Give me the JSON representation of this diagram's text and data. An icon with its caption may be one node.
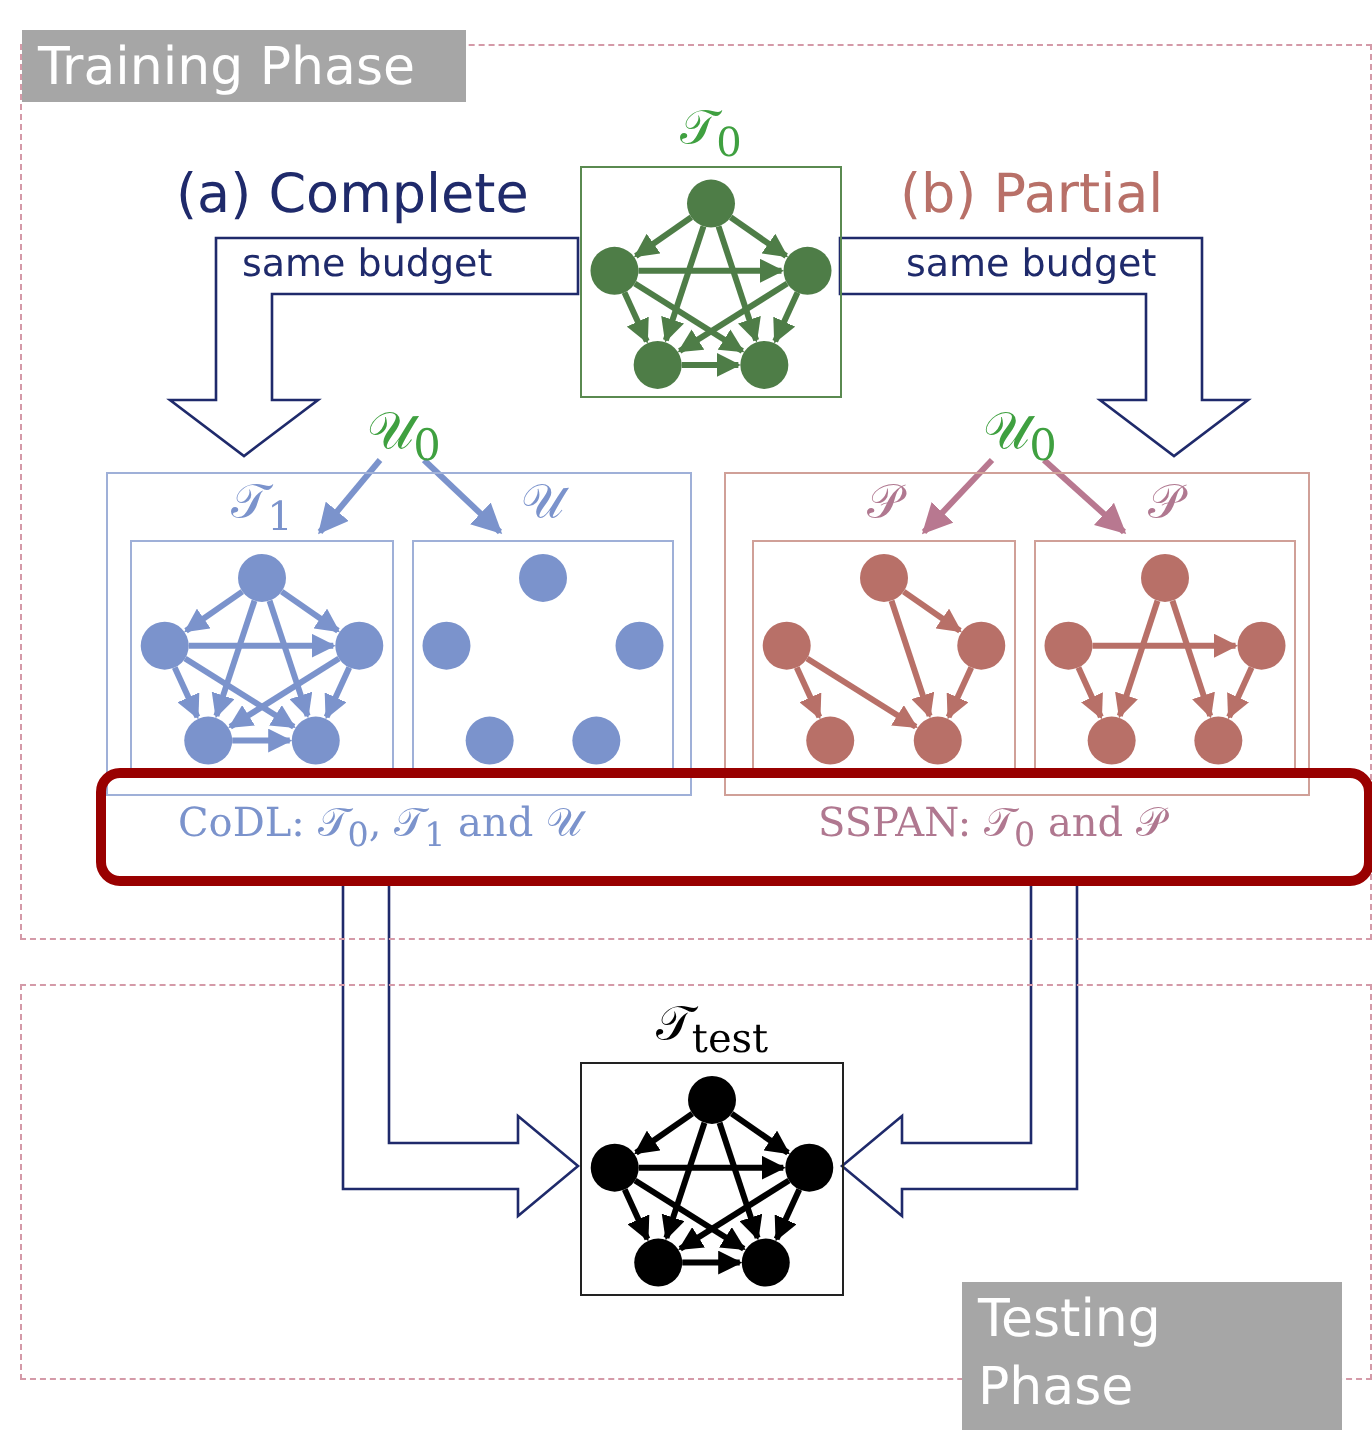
{
  "diagram": {
    "nodes": [
      {
        "text": [
          "Training Phase"
        ]
      },
      {
        "text": [
          "𝒯$_{0}$"
        ],
        "in": 0
      },
      {
        "text": [],
        "shape": "box",
        "in": 0
      },
      {
        "text": [
          "𝒯$_{1}$"
        ],
        "in": 2
      },
      {
        "text": [
          "𝒰"
        ],
        "in": 2
      },
      {
        "text": [],
        "shape": "box",
        "in": 0
      },
      {
        "text": [
          "𝒫"
        ],
        "in": 5
      },
      {
        "text": [
          "𝒫"
        ],
        "in": 5
      },
      {
        "text": [
          "𝒰$_{0}$"
        ],
        "in": 0
      },
      {
        "text": [
          "𝒰$_{0}$"
        ],
        "in": 0
      },
      {
        "text": [
          "CoDL: 𝒯$_{0}$, 𝒯$_{1}$ and 𝒰",
          "SSPAN: 𝒯$_{0}$ and 𝒫"
        ],
        "in": 0
      },
      {
        "text": [
          "Testing Phase"
        ]
      },
      {
        "text": [
          "𝒯$_{test}$"
        ],
        "in": 11
      }
    ],
    "edges": [
      {
        "from": 1,
        "to": 2,
        "arrow": "to",
        "label": "same budget",
        "style": "thick"
      },
      {
        "from": 1,
        "to": 5,
        "arrow": "to",
        "label": "same budget",
        "style": "thick"
      },
      {
        "from": 8,
        "to": 3,
        "arrow": "to",
        "color": "#7b93cc"
      },
      {
        "from": 8,
        "to": 4,
        "arrow": "to",
        "color": "#7b93cc"
      },
      {
        "from": 9,
        "to": 6,
        "arrow": "to",
        "color": "#b87890"
      },
      {
        "from": 9,
        "to": 7,
        "arrow": "to",
        "color": "#b87890"
      },
      {
        "from": 10,
        "to": 12,
        "arrow": "to",
        "style": "thick"
      },
      {
        "from": 10,
        "to": 12,
        "arrow": "to",
        "style": "thick"
      }
    ],
    "labels": [
      "(a) Complete",
      "(b) Partial"
    ]
  }
}
